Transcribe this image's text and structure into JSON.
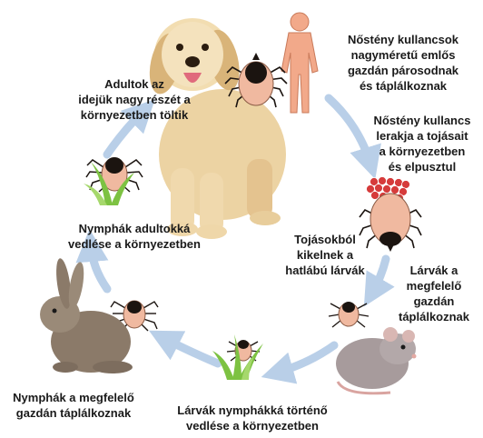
{
  "diagram": {
    "labels": {
      "mating": "Nőstény kullancsok\nnagyméretű emlős\ngazdán párosodnak\nés táplálkoznak",
      "eggs": "Nőstény kullancs\nlerakja a tojásait\na környezetben\nés elpusztul",
      "hatch": "Tojásokból\nkikelnek a\nhatlábú lárvák",
      "larvae_host": "Lárvák a\nmegfelelő\ngazdán\ntáplálkoznak",
      "molt_nymph": "Lárvák nymphákká történő\nvedlése a környezetben",
      "nymph_host": "Nymphák a megfelelő\ngazdán táplálkoznak",
      "molt_adult": "Nymphák adultokká\nvedlése a környezetben",
      "adults_env": "Adultok az\nidejük nagy részét a\nkörnyezetben töltik"
    },
    "colors": {
      "arrow": "#b9cfe8",
      "tick_body": "#f0b9a0",
      "tick_dark": "#1b1410",
      "human": "#f2a98a",
      "eggs": "#d63b3b",
      "grass": "#7dc242"
    }
  }
}
